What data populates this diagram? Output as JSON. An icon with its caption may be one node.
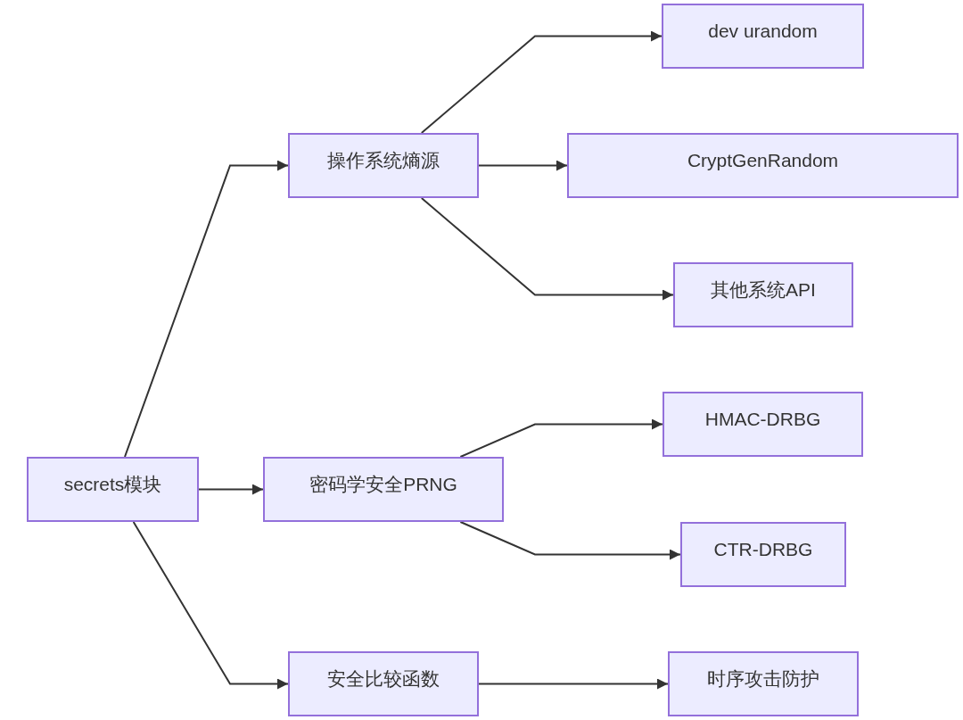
{
  "diagram": {
    "nodes": [
      {
        "text": [
          "secrets模块"
        ]
      },
      {
        "text": [
          "操作系统熵源"
        ]
      },
      {
        "text": [
          "密码学安全PRNG"
        ]
      },
      {
        "text": [
          "安全比较函数"
        ]
      },
      {
        "text": [
          "dev urandom"
        ]
      },
      {
        "text": [
          "CryptGenRandom"
        ]
      },
      {
        "text": [
          "其他系统API"
        ]
      },
      {
        "text": [
          "HMAC-DRBG"
        ]
      },
      {
        "text": [
          "CTR-DRBG"
        ]
      },
      {
        "text": [
          "时序攻击防护"
        ]
      }
    ],
    "edges": [
      {
        "from": 0,
        "to": 1,
        "arrow": "to"
      },
      {
        "from": 0,
        "to": 2,
        "arrow": "to"
      },
      {
        "from": 0,
        "to": 3,
        "arrow": "to"
      },
      {
        "from": 1,
        "to": 4,
        "arrow": "to"
      },
      {
        "from": 1,
        "to": 5,
        "arrow": "to"
      },
      {
        "from": 1,
        "to": 6,
        "arrow": "to"
      },
      {
        "from": 2,
        "to": 7,
        "arrow": "to"
      },
      {
        "from": 2,
        "to": 8,
        "arrow": "to"
      },
      {
        "from": 3,
        "to": 9,
        "arrow": "to"
      }
    ]
  }
}
